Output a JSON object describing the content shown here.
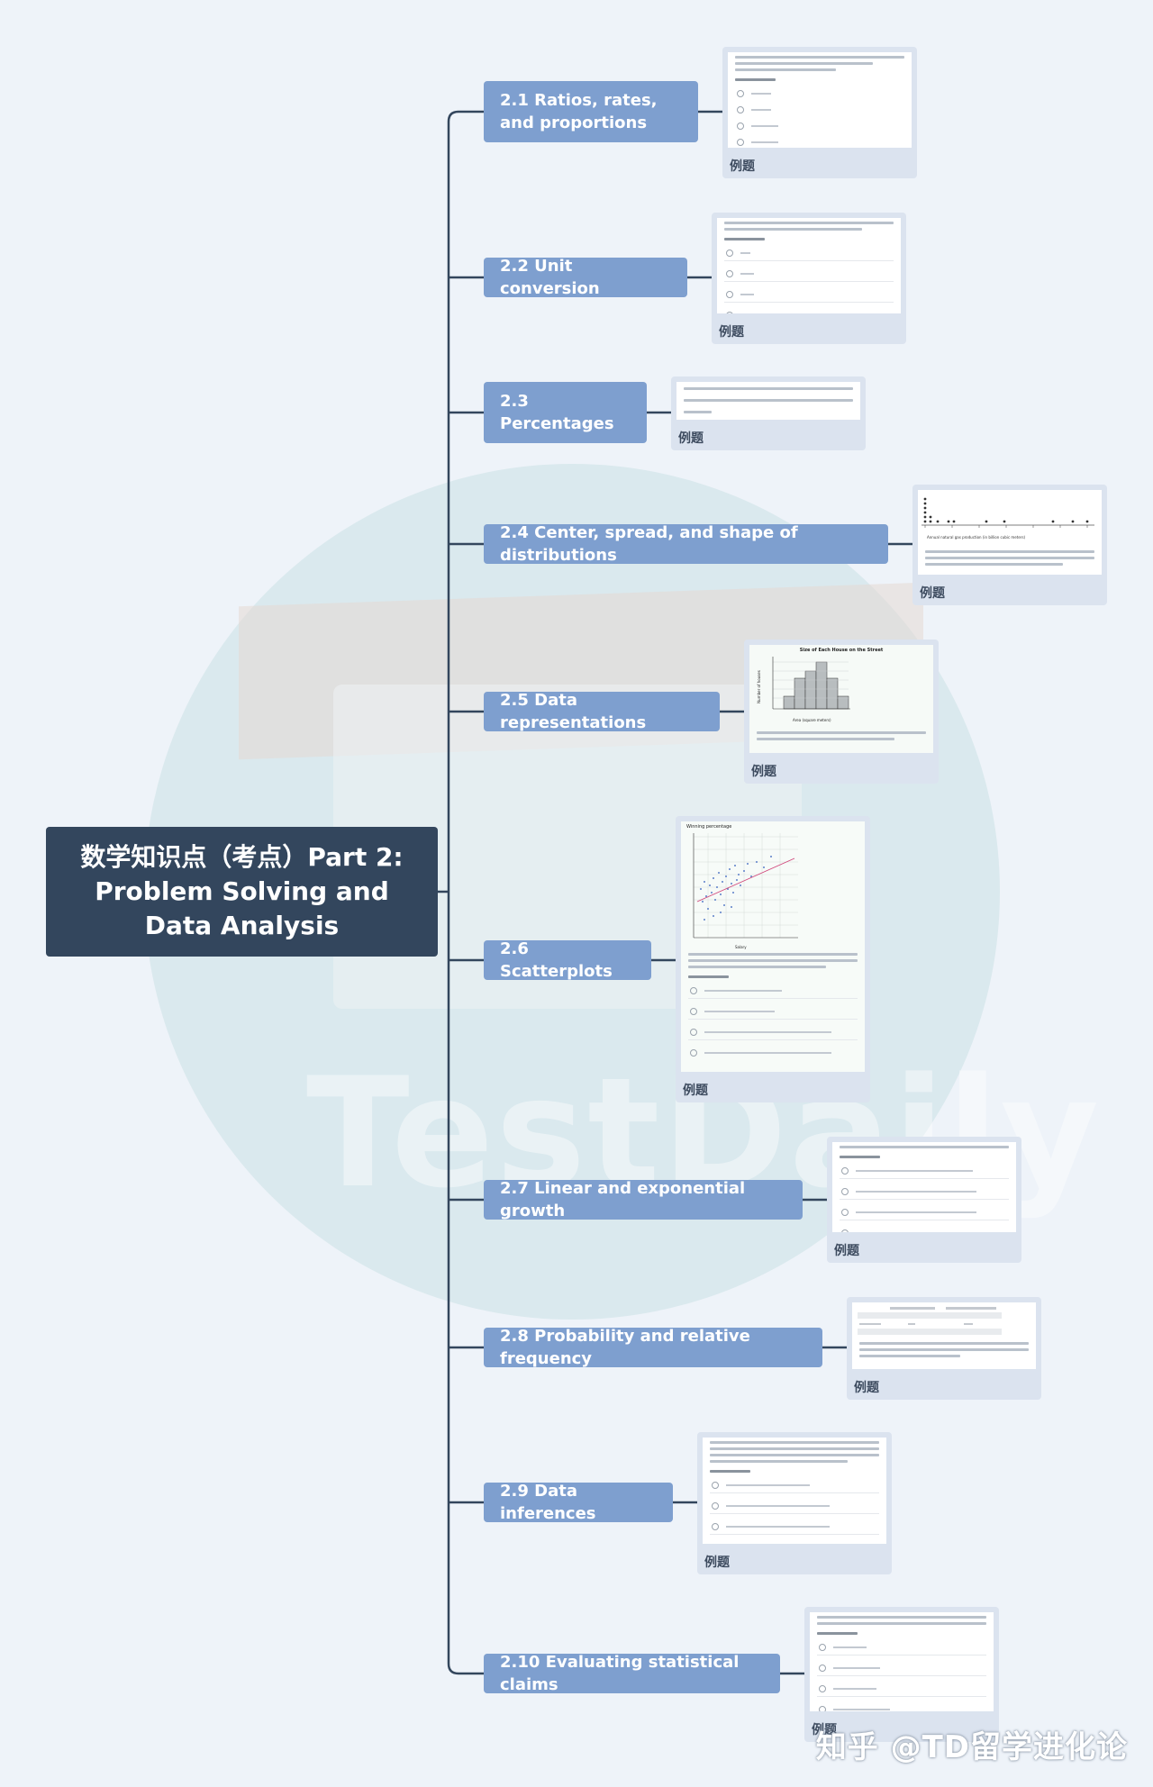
{
  "central_topic": {
    "line1": "数学知识点（考点）Part 2:",
    "line2": "Problem Solving and",
    "line3": "Data Analysis"
  },
  "topics": [
    {
      "label": "2.1 Ratios, rates, and proportions",
      "card_label": "例题"
    },
    {
      "label": "2.2 Unit conversion",
      "card_label": "例题"
    },
    {
      "label": "2.3 Percentages",
      "card_label": "例题"
    },
    {
      "label": "2.4 Center, spread, and shape of distributions",
      "card_label": "例题"
    },
    {
      "label": "2.5 Data representations",
      "card_label": "例题"
    },
    {
      "label": "2.6 Scatterplots",
      "card_label": "例题"
    },
    {
      "label": "2.7 Linear and exponential growth",
      "card_label": "例题"
    },
    {
      "label": "2.8 Probability and relative frequency",
      "card_label": "例题"
    },
    {
      "label": "2.9 Data inferences",
      "card_label": "例题"
    },
    {
      "label": "2.10 Evaluating statistical claims",
      "card_label": "例题"
    }
  ],
  "thumbnails": {
    "histogram_title": "Size of Each House on the Street",
    "histogram_xlabel": "Area (square meters)",
    "histogram_ylabel": "Number of houses",
    "scatter_title": "Winning percentage",
    "scatter_xlabel": "Salary",
    "dotplot_xlabel": "Annual natural gas production (in billion cubic meters)"
  },
  "watermark": {
    "brand": "TestDaily"
  },
  "footer": {
    "credit": "知乎 @TD留学进化论"
  },
  "colors": {
    "background": "#eef3f9",
    "central": "#33465d",
    "topic": "#7e9fcf",
    "connector": "#33465d",
    "card": "#dbe3ef"
  }
}
